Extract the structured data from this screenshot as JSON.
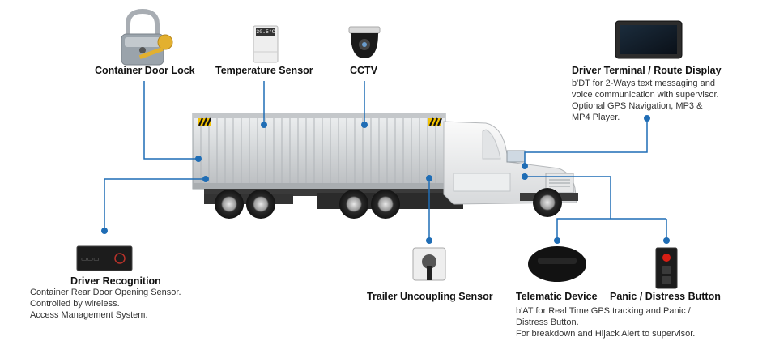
{
  "labels": {
    "door_lock": "Container Door Lock",
    "temp_sensor": "Temperature Sensor",
    "cctv": "CCTV",
    "driver_terminal": "Driver Terminal / Route Display",
    "driver_recognition": "Driver Recognition",
    "trailer_uncoupling": "Trailer Uncoupling Sensor",
    "telematic": "Telematic Device",
    "panic_button": "Panic / Distress Button"
  },
  "descriptions": {
    "driver_terminal": [
      "b'DT for 2-Ways text messaging and",
      "voice communication with supervisor.",
      "Optional GPS Navigation, MP3 &",
      "MP4 Player."
    ],
    "driver_recognition": [
      "Container Rear Door Opening Sensor.",
      "Controlled by wireless.",
      "Access Management System."
    ],
    "telematic": [
      "b'AT for Real Time GPS tracking and Panic /",
      "Distress Button.",
      "For breakdown and Hijack Alert to supervisor."
    ]
  },
  "temp_display": "30.5°C",
  "colors": {
    "connector": "#1f6db5",
    "container": "#d8dadc",
    "hazard": "#f2c200"
  }
}
